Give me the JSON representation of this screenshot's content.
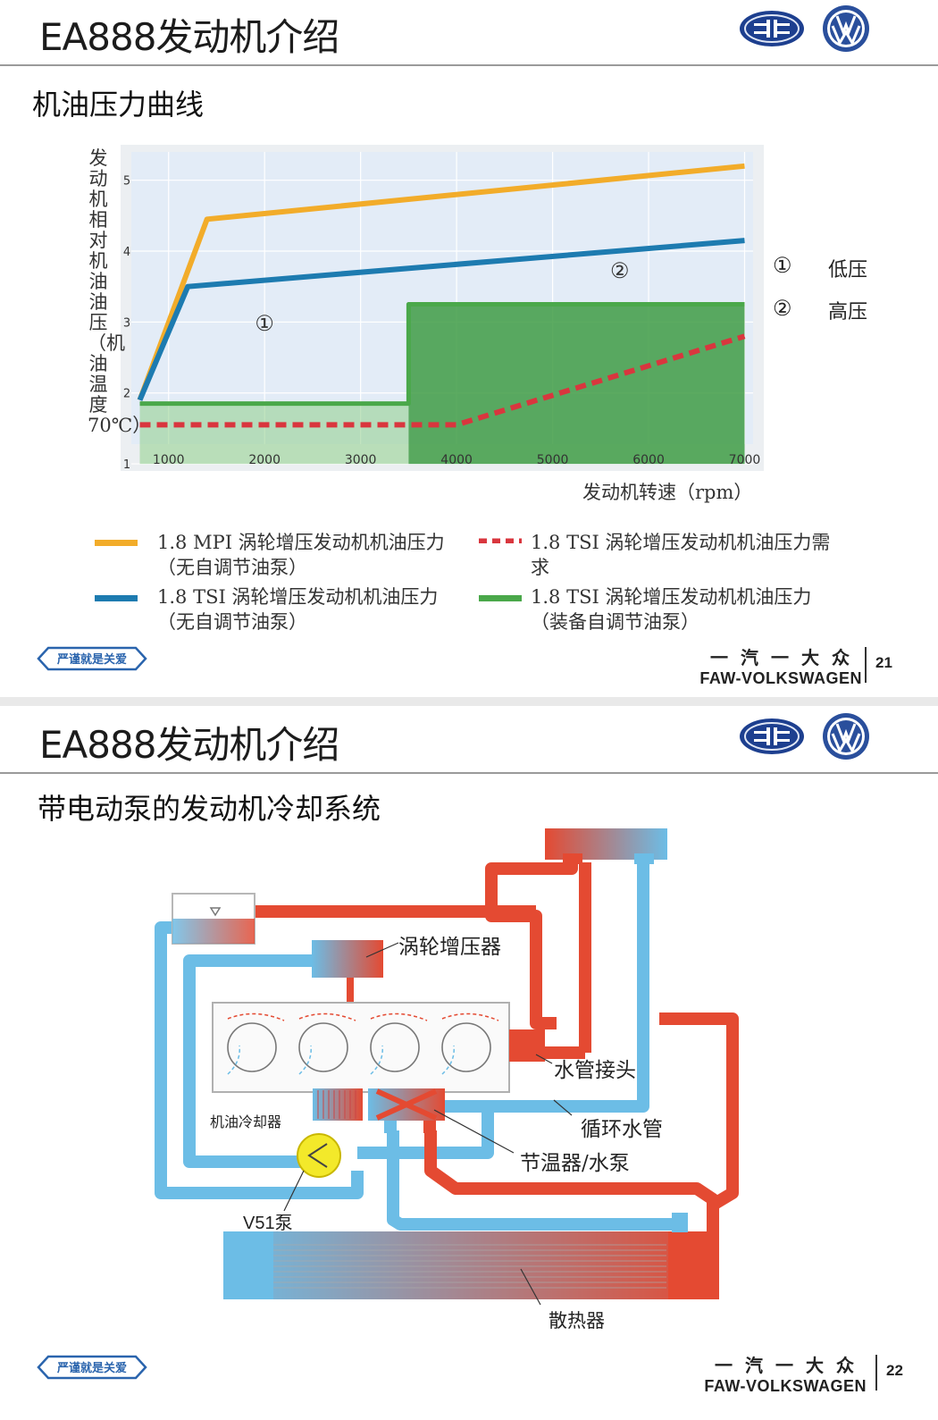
{
  "slide1": {
    "title": "EA888发动机介绍",
    "subtitle": "机油压力曲线",
    "chart_data": {
      "type": "line",
      "ylabel": "发动机相对机油油压（机油温度70℃）",
      "xlabel": "发动机转速（rpm）",
      "x_ticks": [
        "1000",
        "2000",
        "3000",
        "4000",
        "5000",
        "6000",
        "7000"
      ],
      "y_ticks": [
        "1",
        "2",
        "3",
        "4",
        "5"
      ],
      "xlim": [
        500,
        7200
      ],
      "ylim": [
        0.9,
        5.5
      ],
      "series": [
        {
          "name": "1.8 MPI 涡轮增压发动机机油压力（无自调节油泵）",
          "color": "#f2ac2a",
          "style": "solid",
          "x": [
            700,
            1400,
            7000
          ],
          "y": [
            1.9,
            4.45,
            5.2
          ]
        },
        {
          "name": "1.8 TSI 涡轮增压发动机机油压力（无自调节油泵）",
          "color": "#1d7bb0",
          "style": "solid",
          "x": [
            700,
            1200,
            7000
          ],
          "y": [
            1.9,
            3.5,
            4.15
          ]
        },
        {
          "name": "1.8 TSI 涡轮增压发动机机油压力需求",
          "color": "#d9363e",
          "style": "dashed",
          "x": [
            700,
            3800,
            4000,
            7000
          ],
          "y": [
            1.55,
            1.55,
            1.55,
            2.8
          ]
        },
        {
          "name": "1.8 TSI 涡轮增压发动机机油压力（装备自调节油泵）",
          "color": "#4aa84a",
          "style": "step",
          "x": [
            700,
            3500,
            3500,
            7000
          ],
          "y": [
            1.85,
            1.85,
            3.25,
            3.25
          ]
        }
      ],
      "regions": [
        {
          "marker": "①",
          "label": "低压"
        },
        {
          "marker": "②",
          "label": "高压"
        }
      ],
      "grid": true
    },
    "legend": [
      {
        "line1": "1.8 MPI 涡轮增压发动机机油压力",
        "line2": "（无自调节油泵）",
        "color": "#f2ac2a",
        "style": "solid"
      },
      {
        "line1": "1.8 TSI 涡轮增压发动机机油压力需",
        "line2": "求",
        "color": "#d9363e",
        "style": "dashed"
      },
      {
        "line1": "1.8 TSI 涡轮增压发动机机油压力",
        "line2": "（无自调节油泵）",
        "color": "#1d7bb0",
        "style": "solid"
      },
      {
        "line1": "1.8 TSI 涡轮增压发动机机油压力",
        "line2": "（装备自调节油泵）",
        "color": "#4aa84a",
        "style": "solid"
      }
    ],
    "footer": {
      "brand_cn": "一汽一大众",
      "brand_en": "FAW-VOLKSWAGEN",
      "page": "21",
      "motto": "严谨就是关爱"
    }
  },
  "slide2": {
    "title": "EA888发动机介绍",
    "subtitle": "带电动泵的发动机冷却系统",
    "labels": {
      "turbo": "涡轮增压器",
      "pipe_joint": "水管接头",
      "circ_pipe": "循环水管",
      "oil_cooler": "机油冷却器",
      "thermostat": "节温器/水泵",
      "v51": "V51泵",
      "radiator": "散热器"
    },
    "colors": {
      "hot": "#e44a32",
      "cold": "#6cbde6"
    },
    "footer": {
      "brand_cn": "一汽一大众",
      "brand_en": "FAW-VOLKSWAGEN",
      "page": "22",
      "motto": "严谨就是关爱"
    }
  }
}
